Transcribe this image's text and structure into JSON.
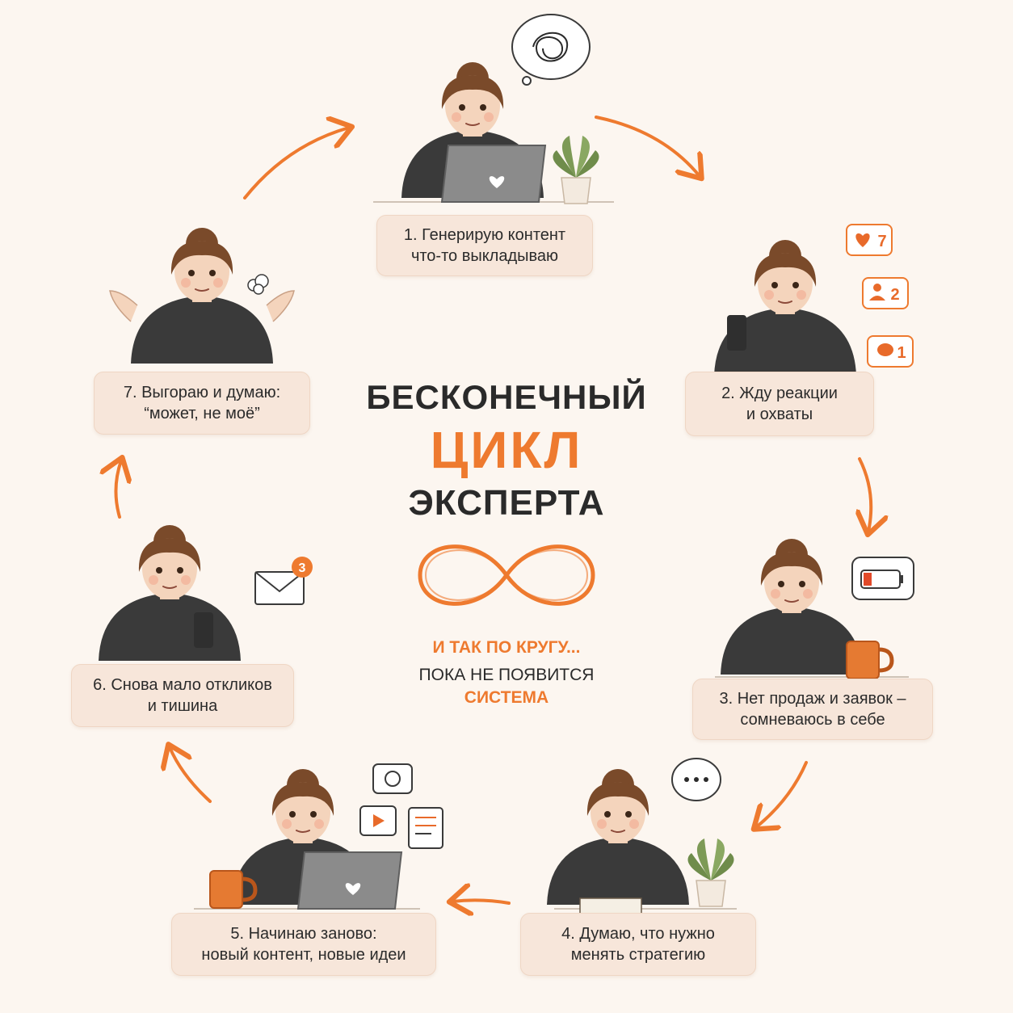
{
  "title": {
    "line1": "БЕСКОНЕЧНЫЙ",
    "line2": "ЦИКЛ",
    "line3": "ЭКСПЕРТА"
  },
  "tagline": {
    "line1": "И ТАК ПО КРУГУ...",
    "line2": "ПОКА НЕ ПОЯВИТСЯ",
    "line3": "СИСТЕМА"
  },
  "steps": [
    {
      "line1": "1. Генерирую контент",
      "line2": "что-то выкладываю"
    },
    {
      "line1": "2. Жду реакции",
      "line2": "и охваты"
    },
    {
      "line1": "3. Нет продаж и заявок –",
      "line2": "сомневаюсь в себе"
    },
    {
      "line1": "4. Думаю, что нужно",
      "line2": "менять стратегию"
    },
    {
      "line1": "5. Начинаю заново:",
      "line2": "новый контент, новые идеи"
    },
    {
      "line1": "6. Снова мало откликов",
      "line2": "и тишина"
    },
    {
      "line1": "7. Выгораю и думаю:",
      "line2": "“может, не моё”"
    }
  ],
  "notifications": {
    "likes": "7",
    "followers": "2",
    "comments": "1",
    "emails": "3"
  },
  "colors": {
    "accent": "#ee7a2f",
    "box_bg": "#f7e6da",
    "text": "#2a2a2a",
    "background": "#fcf6f0"
  }
}
